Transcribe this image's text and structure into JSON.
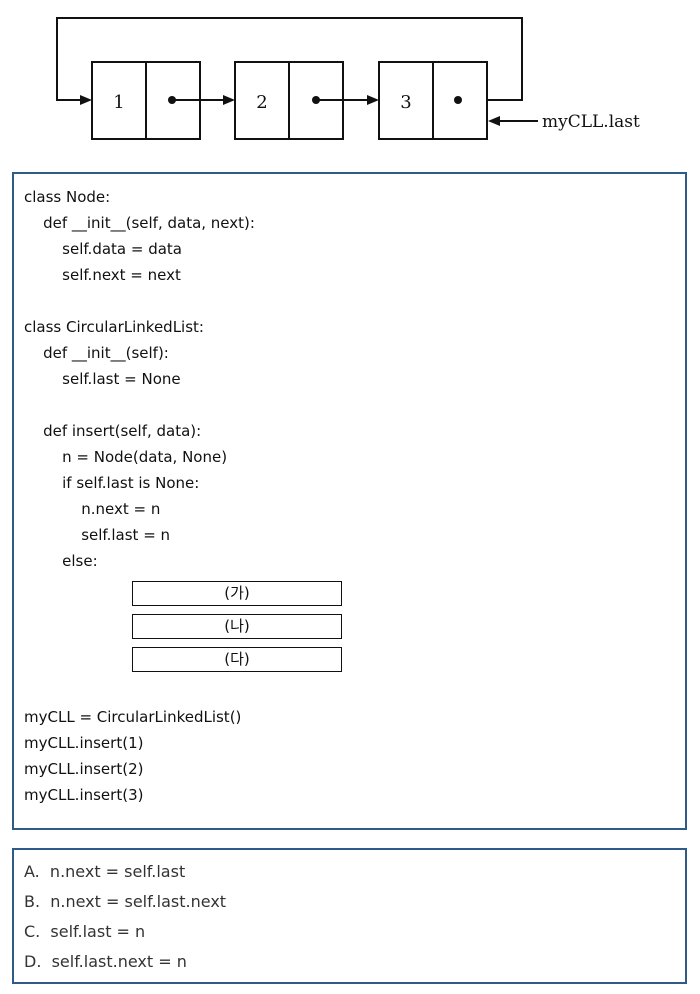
{
  "diagram": {
    "nodes": [
      {
        "value": "1"
      },
      {
        "value": "2"
      },
      {
        "value": "3"
      }
    ],
    "pointer_label": "myCLL.last"
  },
  "code": {
    "lines": [
      "class Node:",
      "    def __init__(self, data, next):",
      "        self.data = data",
      "        self.next = next",
      "",
      "class CircularLinkedList:",
      "    def __init__(self):",
      "        self.last = None",
      "",
      "    def insert(self, data):",
      "        n = Node(data, None)",
      "        if self.last is None:",
      "            n.next = n",
      "            self.last = n",
      "        else:",
      "myCLL = CircularLinkedList()",
      "myCLL.insert(1)",
      "myCLL.insert(2)",
      "myCLL.insert(3)"
    ],
    "blanks": [
      "(가)",
      "(나)",
      "(다)"
    ]
  },
  "options": [
    "A.  n.next = self.last",
    "B.  n.next = self.last.next",
    "C.  self.last = n",
    "D.  self.last.next = n"
  ]
}
